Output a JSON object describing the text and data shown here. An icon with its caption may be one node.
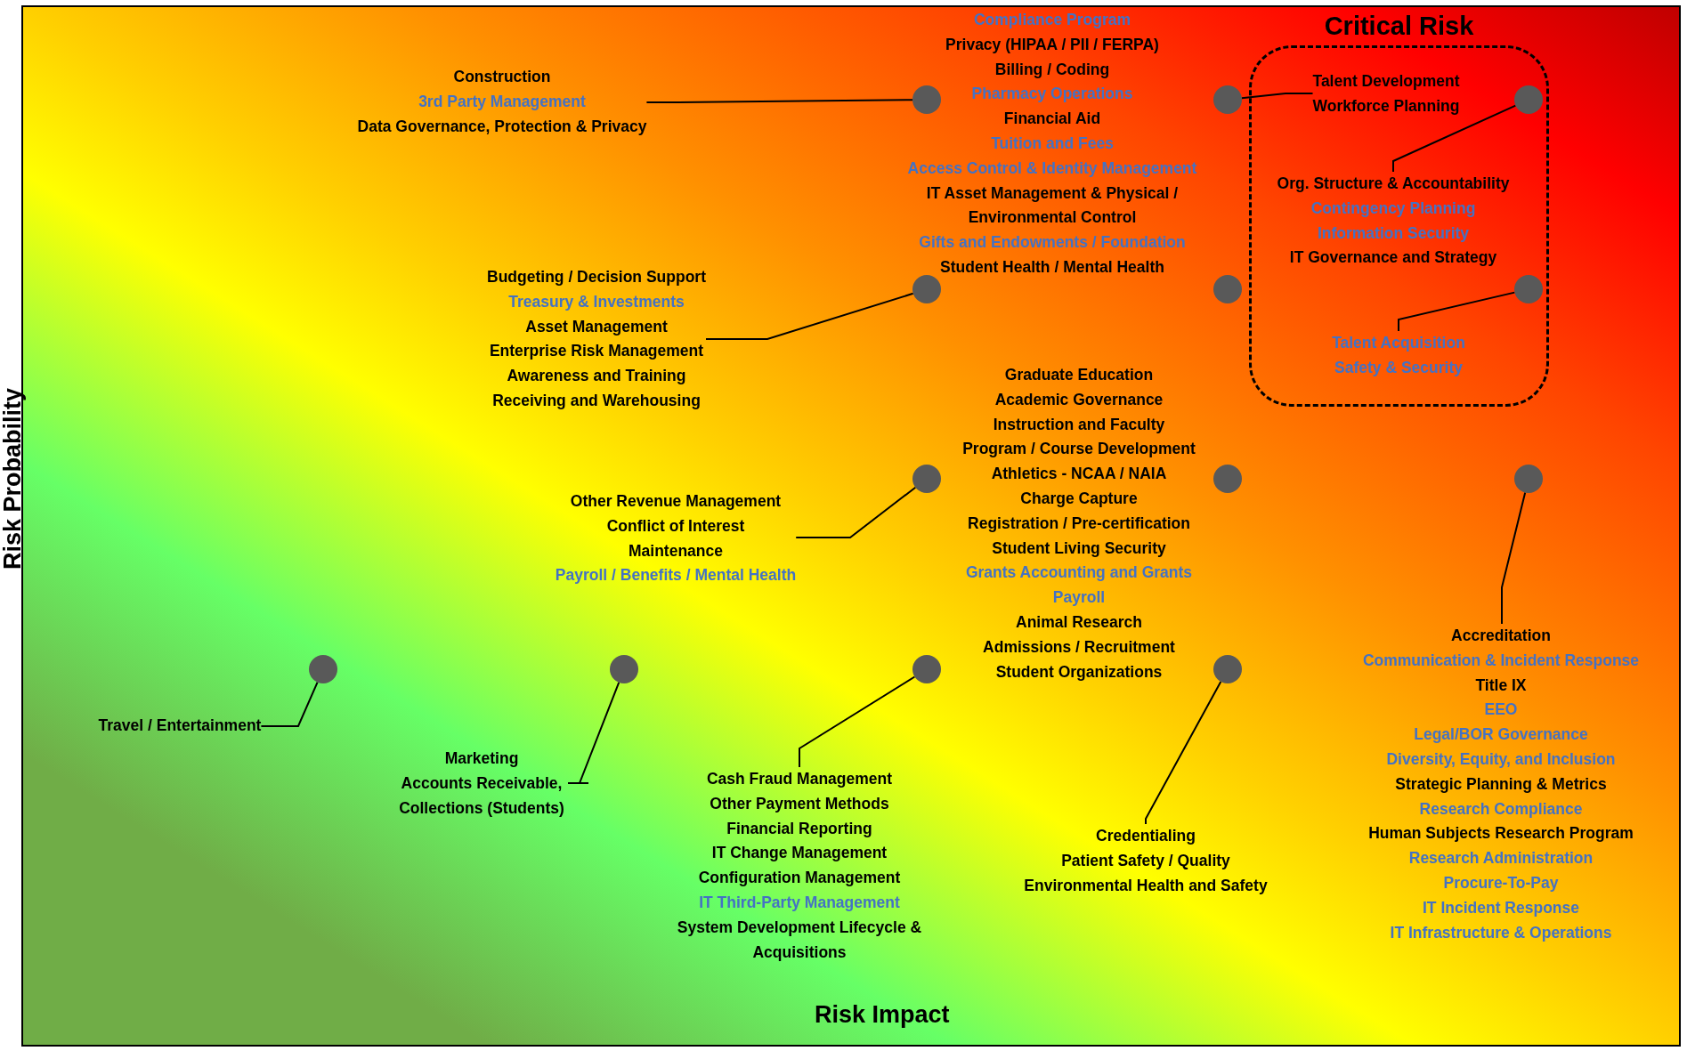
{
  "diagram": {
    "nodes": [
      {
        "text": [
          "Construction",
          "3rd Party Management",
          "Data Governance, Protection & Privacy"
        ]
      },
      {
        "text": [],
        "shape": "circle"
      },
      {
        "text": [],
        "shape": "circle"
      },
      {
        "text": [
          "Critical Risk"
        ]
      },
      {
        "text": [
          "Talent Development",
          "Workforce Planning"
        ],
        "in": 3
      },
      {
        "text": [],
        "shape": "circle",
        "in": 3
      },
      {
        "text": [
          "Org. Structure & Accountability",
          "Contingency Planning",
          "Information Security",
          "IT Governance and Strategy"
        ],
        "in": 3
      },
      {
        "text": [],
        "shape": "circle",
        "in": 3
      },
      {
        "text": [
          "Talent Acquisition",
          "Safety & Security"
        ],
        "in": 3
      },
      {
        "text": [
          "Budgeting / Decision Support",
          "Treasury & Investments",
          "Asset Management",
          "Enterprise Risk Management",
          "Awareness and Training",
          "Receiving and Warehousing"
        ]
      },
      {
        "text": [],
        "shape": "circle"
      },
      {
        "text": [],
        "shape": "circle"
      },
      {
        "text": [
          "Other Revenue Management",
          "Conflict of Interest",
          "Maintenance",
          "Payroll / Benefits / Mental Health"
        ]
      },
      {
        "text": [],
        "shape": "circle"
      },
      {
        "text": [],
        "shape": "circle"
      },
      {
        "text": [],
        "shape": "circle"
      },
      {
        "text": [],
        "shape": "circle"
      },
      {
        "text": [],
        "shape": "circle"
      },
      {
        "text": [],
        "shape": "circle"
      },
      {
        "text": [],
        "shape": "circle"
      },
      {
        "text": [
          "Travel / Entertainment"
        ]
      },
      {
        "text": [
          "Marketing",
          "Accounts Receivable, Collections (Students)"
        ]
      },
      {
        "text": [
          "Accreditation",
          "Communication & Incident Response",
          "Title IX",
          "EEO",
          "Legal/BOR Governance",
          "Diversity, Equity, and Inclusion",
          "Strategic Planning & Metrics",
          "Research Compliance",
          "Human Subjects Research Program",
          "Research Administration",
          "Procure-To-Pay",
          "IT Incident Response",
          "IT Infrastructure & Operations"
        ]
      },
      {
        "text": [
          "Cash Fraud Management",
          "Other Payment Methods",
          "Financial Reporting",
          "IT Change Management",
          "Configuration Management",
          "IT Third-Party Management",
          "System Development Lifecycle & Acquisitions"
        ]
      },
      {
        "text": [
          "Credentialing",
          "Patient Safety / Quality",
          "Environmental Health and Safety"
        ]
      }
    ],
    "edges": [
      {
        "from": 0,
        "to": 1,
        "arrow": "none"
      },
      {
        "from": 4,
        "to": 2,
        "arrow": "none"
      },
      {
        "from": 6,
        "to": 5,
        "arrow": "none"
      },
      {
        "from": 8,
        "to": 7,
        "arrow": "none"
      },
      {
        "from": 9,
        "to": 10,
        "arrow": "none"
      },
      {
        "from": 12,
        "to": 13,
        "arrow": "none"
      },
      {
        "from": 22,
        "to": 15,
        "arrow": "none"
      },
      {
        "from": 20,
        "to": 16,
        "arrow": "none"
      },
      {
        "from": 21,
        "to": 17,
        "arrow": "none"
      },
      {
        "from": 23,
        "to": 18,
        "arrow": "none"
      },
      {
        "from": 24,
        "to": 19,
        "arrow": "none"
      }
    ],
    "labels": [
      "Compliance Program",
      "Privacy (HIPAA / PII / FERPA)",
      "Billing / Coding",
      "Pharmacy Operations",
      "Financial Aid",
      "Tuition and Fees",
      "Access Control & Identity Management",
      "IT Asset Management & Physical / Environmental Control",
      "Gifts and Endowments / Foundation",
      "Student Health / Mental Health",
      "Graduate Education",
      "Academic Governance",
      "Instruction and Faculty",
      "Program / Course Development",
      "Athletics - NCAA / NAIA",
      "Charge Capture",
      "Registration / Pre-certification",
      "Student Living Security",
      "Grants Accounting and Grants",
      "Payroll",
      "Animal Research",
      "Admissions / Recruitment",
      "Student Organizations",
      "Risk Probability",
      "Risk Impact"
    ]
  }
}
